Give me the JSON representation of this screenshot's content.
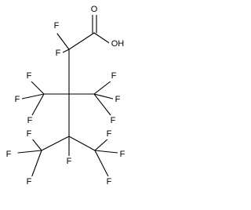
{
  "molecule": {
    "atoms": {
      "o_carbonyl": "O",
      "oh": "OH",
      "f_alpha_left": "F",
      "f_alpha_down": "F",
      "f_cf3_left_top": "F",
      "f_cf3_left_mid": "F",
      "f_cf3_left_bottom": "F",
      "f_cf3_right_top": "F",
      "f_cf3_right_mid": "F",
      "f_cf3_right_bottom": "F",
      "f_methine": "F",
      "f_cf3_lower_left_top": "F",
      "f_cf3_lower_left_mid": "F",
      "f_cf3_lower_left_bottom": "F",
      "f_cf3_lower_right_top": "F",
      "f_cf3_lower_right_mid": "F",
      "f_cf3_lower_right_bottom": "F"
    }
  }
}
